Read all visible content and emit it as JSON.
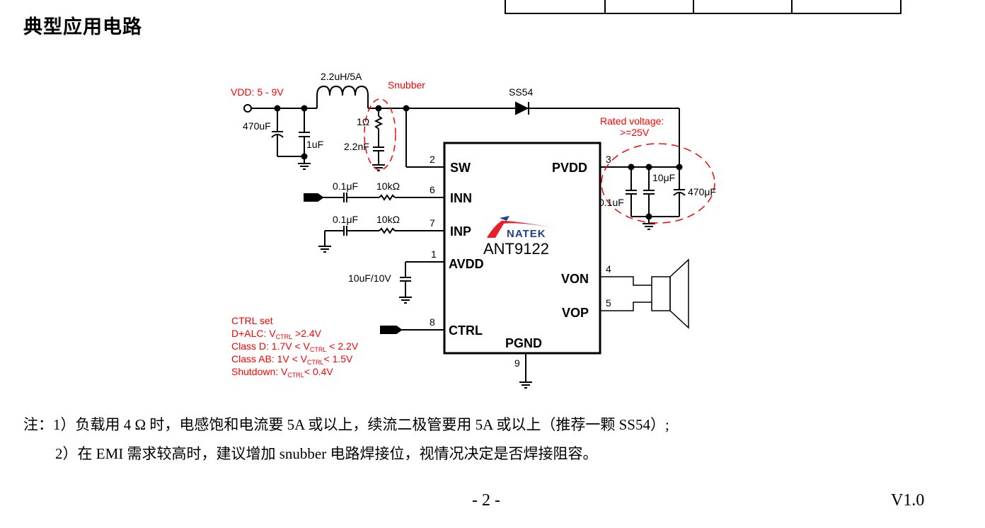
{
  "header_table": {
    "columns": 4,
    "partial_cell_text": ""
  },
  "section_title": "典型应用电路",
  "schematic": {
    "supply_label": "VDD: 5 - 9V",
    "input_cap_electrolytic": "470uF",
    "input_cap_ceramic": "1uF",
    "inductor": "2.2uH/5A",
    "snubber_label": "Snubber",
    "snubber_resistor": "1Ω",
    "snubber_cap": "2.2nF",
    "diode": "SS54",
    "rated_voltage_line1": "Rated voltage:",
    "rated_voltage_line2": ">=25V",
    "pvdd_cap1": "0.1uF",
    "pvdd_cap2": "10μF",
    "pvdd_cap3": "470μF",
    "inn_cap": "0.1μF",
    "inn_res": "10kΩ",
    "inp_cap": "0.1μF",
    "inp_res": "10kΩ",
    "avdd_cap": "10uF/10V",
    "chip": {
      "brand": "NATEK",
      "brand_prefix": "A",
      "part_number": "ANT9122",
      "pins": [
        {
          "num": "2",
          "name": "SW"
        },
        {
          "num": "6",
          "name": "INN"
        },
        {
          "num": "7",
          "name": "INP"
        },
        {
          "num": "1",
          "name": "AVDD"
        },
        {
          "num": "8",
          "name": "CTRL"
        },
        {
          "num": "3",
          "name": "PVDD"
        },
        {
          "num": "4",
          "name": "VON"
        },
        {
          "num": "5",
          "name": "VOP"
        },
        {
          "num": "9",
          "name": "PGND"
        }
      ]
    },
    "ctrl_settings": {
      "title": "CTRL set",
      "rows": [
        {
          "prefix": "D+ALC:  V",
          "sub": "CTRL",
          "suffix": " >2.4V"
        },
        {
          "prefix": "Class D: 1.7V < V",
          "sub": "CTRL",
          "suffix": " < 2.2V"
        },
        {
          "prefix": "Class AB: 1V < V",
          "sub": "CTRL",
          "suffix": "< 1.5V"
        },
        {
          "prefix": "Shutdown: V",
          "sub": "CTRL",
          "suffix": "< 0.4V"
        }
      ]
    },
    "colors": {
      "annotation": "#ff0000",
      "line": "#000000",
      "logo_red": "#e8202a",
      "logo_blue": "#1f3f8f"
    }
  },
  "notes": [
    "注：1）负载用 4 Ω 时，电感饱和电流要 5A 或以上，续流二极管要用 5A 或以上（推荐一颗 SS54）;",
    "2）在 EMI 需求较高时，建议增加 snubber 电路焊接位，视情况决定是否焊接阻容。"
  ],
  "footer": {
    "page_number": "- 2 -",
    "version": "V1.0"
  }
}
